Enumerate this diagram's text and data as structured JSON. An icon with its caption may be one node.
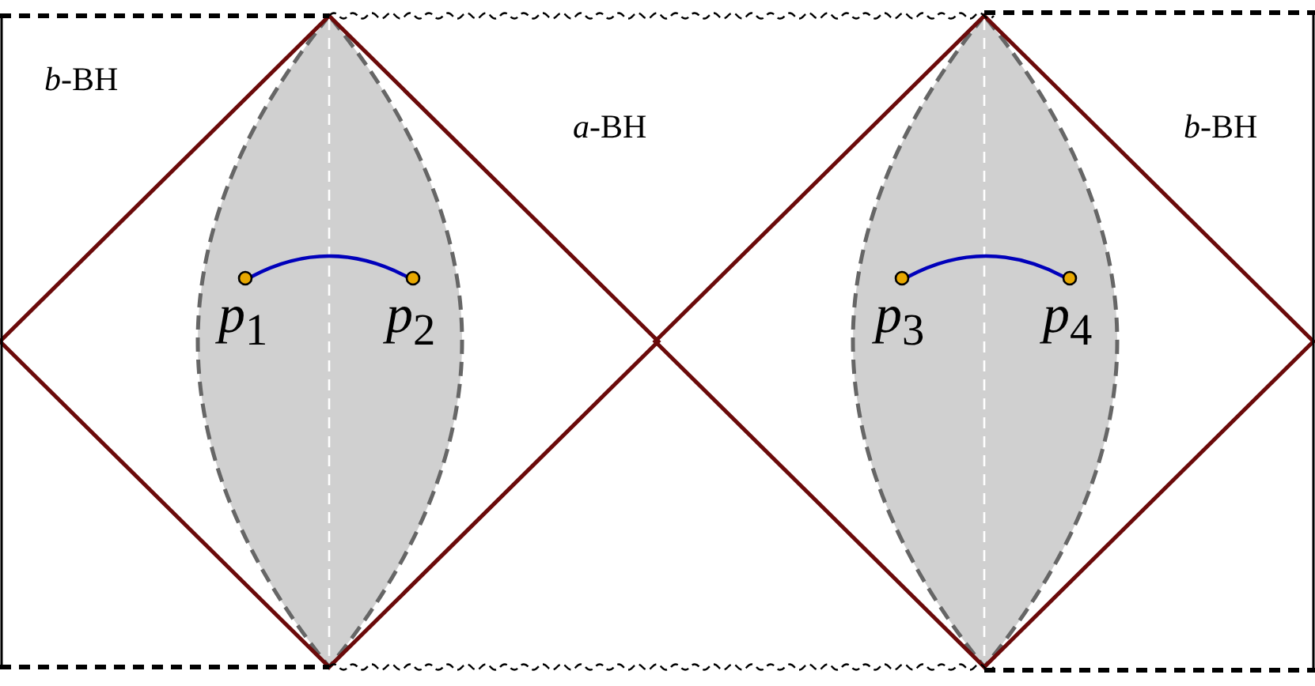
{
  "diagram": {
    "nodes": [
      {
        "text": [
          "*p*$_{1}$"
        ]
      },
      {
        "text": [
          "*p*$_{2}$"
        ]
      },
      {
        "text": [
          "*p*$_{3}$"
        ]
      },
      {
        "text": [
          "*p*$_{4}$"
        ]
      }
    ],
    "edges": [
      {
        "from": 0,
        "to": 1,
        "arrow": "none",
        "color": "#0000bb"
      },
      {
        "from": 2,
        "to": 3,
        "arrow": "none",
        "color": "#0000bb"
      }
    ],
    "labels": [
      "*b*-BH",
      "*a*-BH",
      "*b*-BH"
    ]
  }
}
